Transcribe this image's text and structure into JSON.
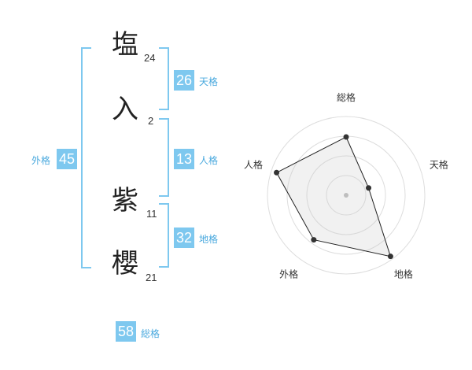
{
  "name": {
    "chars": [
      {
        "char": "塩",
        "strokes": "24"
      },
      {
        "char": "入",
        "strokes": "2"
      },
      {
        "char": "紫",
        "strokes": "11"
      },
      {
        "char": "櫻",
        "strokes": "21"
      }
    ]
  },
  "kakusu": {
    "tenkaku": {
      "value": "26",
      "label": "天格"
    },
    "jinkaku": {
      "value": "13",
      "label": "人格"
    },
    "chikaku": {
      "value": "32",
      "label": "地格"
    },
    "gaikaku": {
      "value": "45",
      "label": "外格"
    },
    "soukaku": {
      "value": "58",
      "label": "総格"
    }
  },
  "colors": {
    "accent": "#7ec8ef",
    "accent_text": "#4aa9de"
  },
  "chart_data": {
    "type": "radar",
    "axes": [
      "総格",
      "天格",
      "地格",
      "外格",
      "人格"
    ],
    "values": [
      0.74,
      0.3,
      0.96,
      0.7,
      0.93
    ],
    "rings": 4,
    "range": [
      0,
      1
    ]
  }
}
